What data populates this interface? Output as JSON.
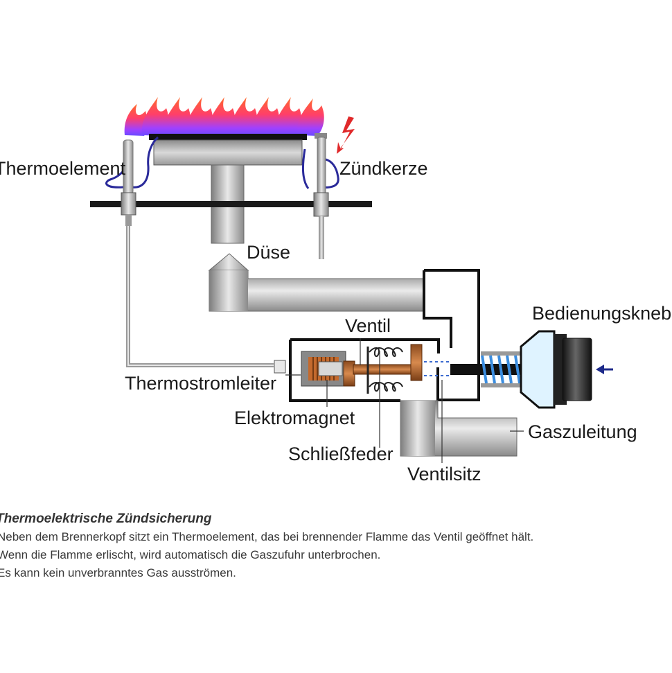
{
  "labels": {
    "thermoelement": "Thermoelement",
    "zuendkerze": "Zündkerze",
    "duese": "Düse",
    "bedienungsknebel": "Bedienungsknebel",
    "ventil": "Ventil",
    "thermostromleiter": "Thermostromleiter",
    "elektromagnet": "Elektromagnet",
    "schliessfeder": "Schließfeder",
    "gaszuleitung": "Gaszuleitung",
    "ventilsitz": "Ventilsitz"
  },
  "caption": {
    "title": "Thermoelektrische Zündsicherung",
    "line1": "Neben dem Brennerkopf sitzt ein Thermoelement, das bei brennender Flamme das Ventil geöffnet hält.",
    "line2": "Wenn die Flamme erlischt, wird automatisch die Gaszufuhr unterbrochen.",
    "line3": "Es kann kein unverbranntes Gas ausströmen."
  },
  "colors": {
    "flame_outer": "#ff5a3c",
    "flame_inner": "#7a3cff",
    "spring_blue": "#3a8de0",
    "knob_blue": "#dff3ff",
    "spark_red": "#e0292a",
    "arrow_blue": "#1d2a8a",
    "copper": "#c46a2e"
  },
  "icons": [
    "spark-icon",
    "push-arrow-icon"
  ]
}
